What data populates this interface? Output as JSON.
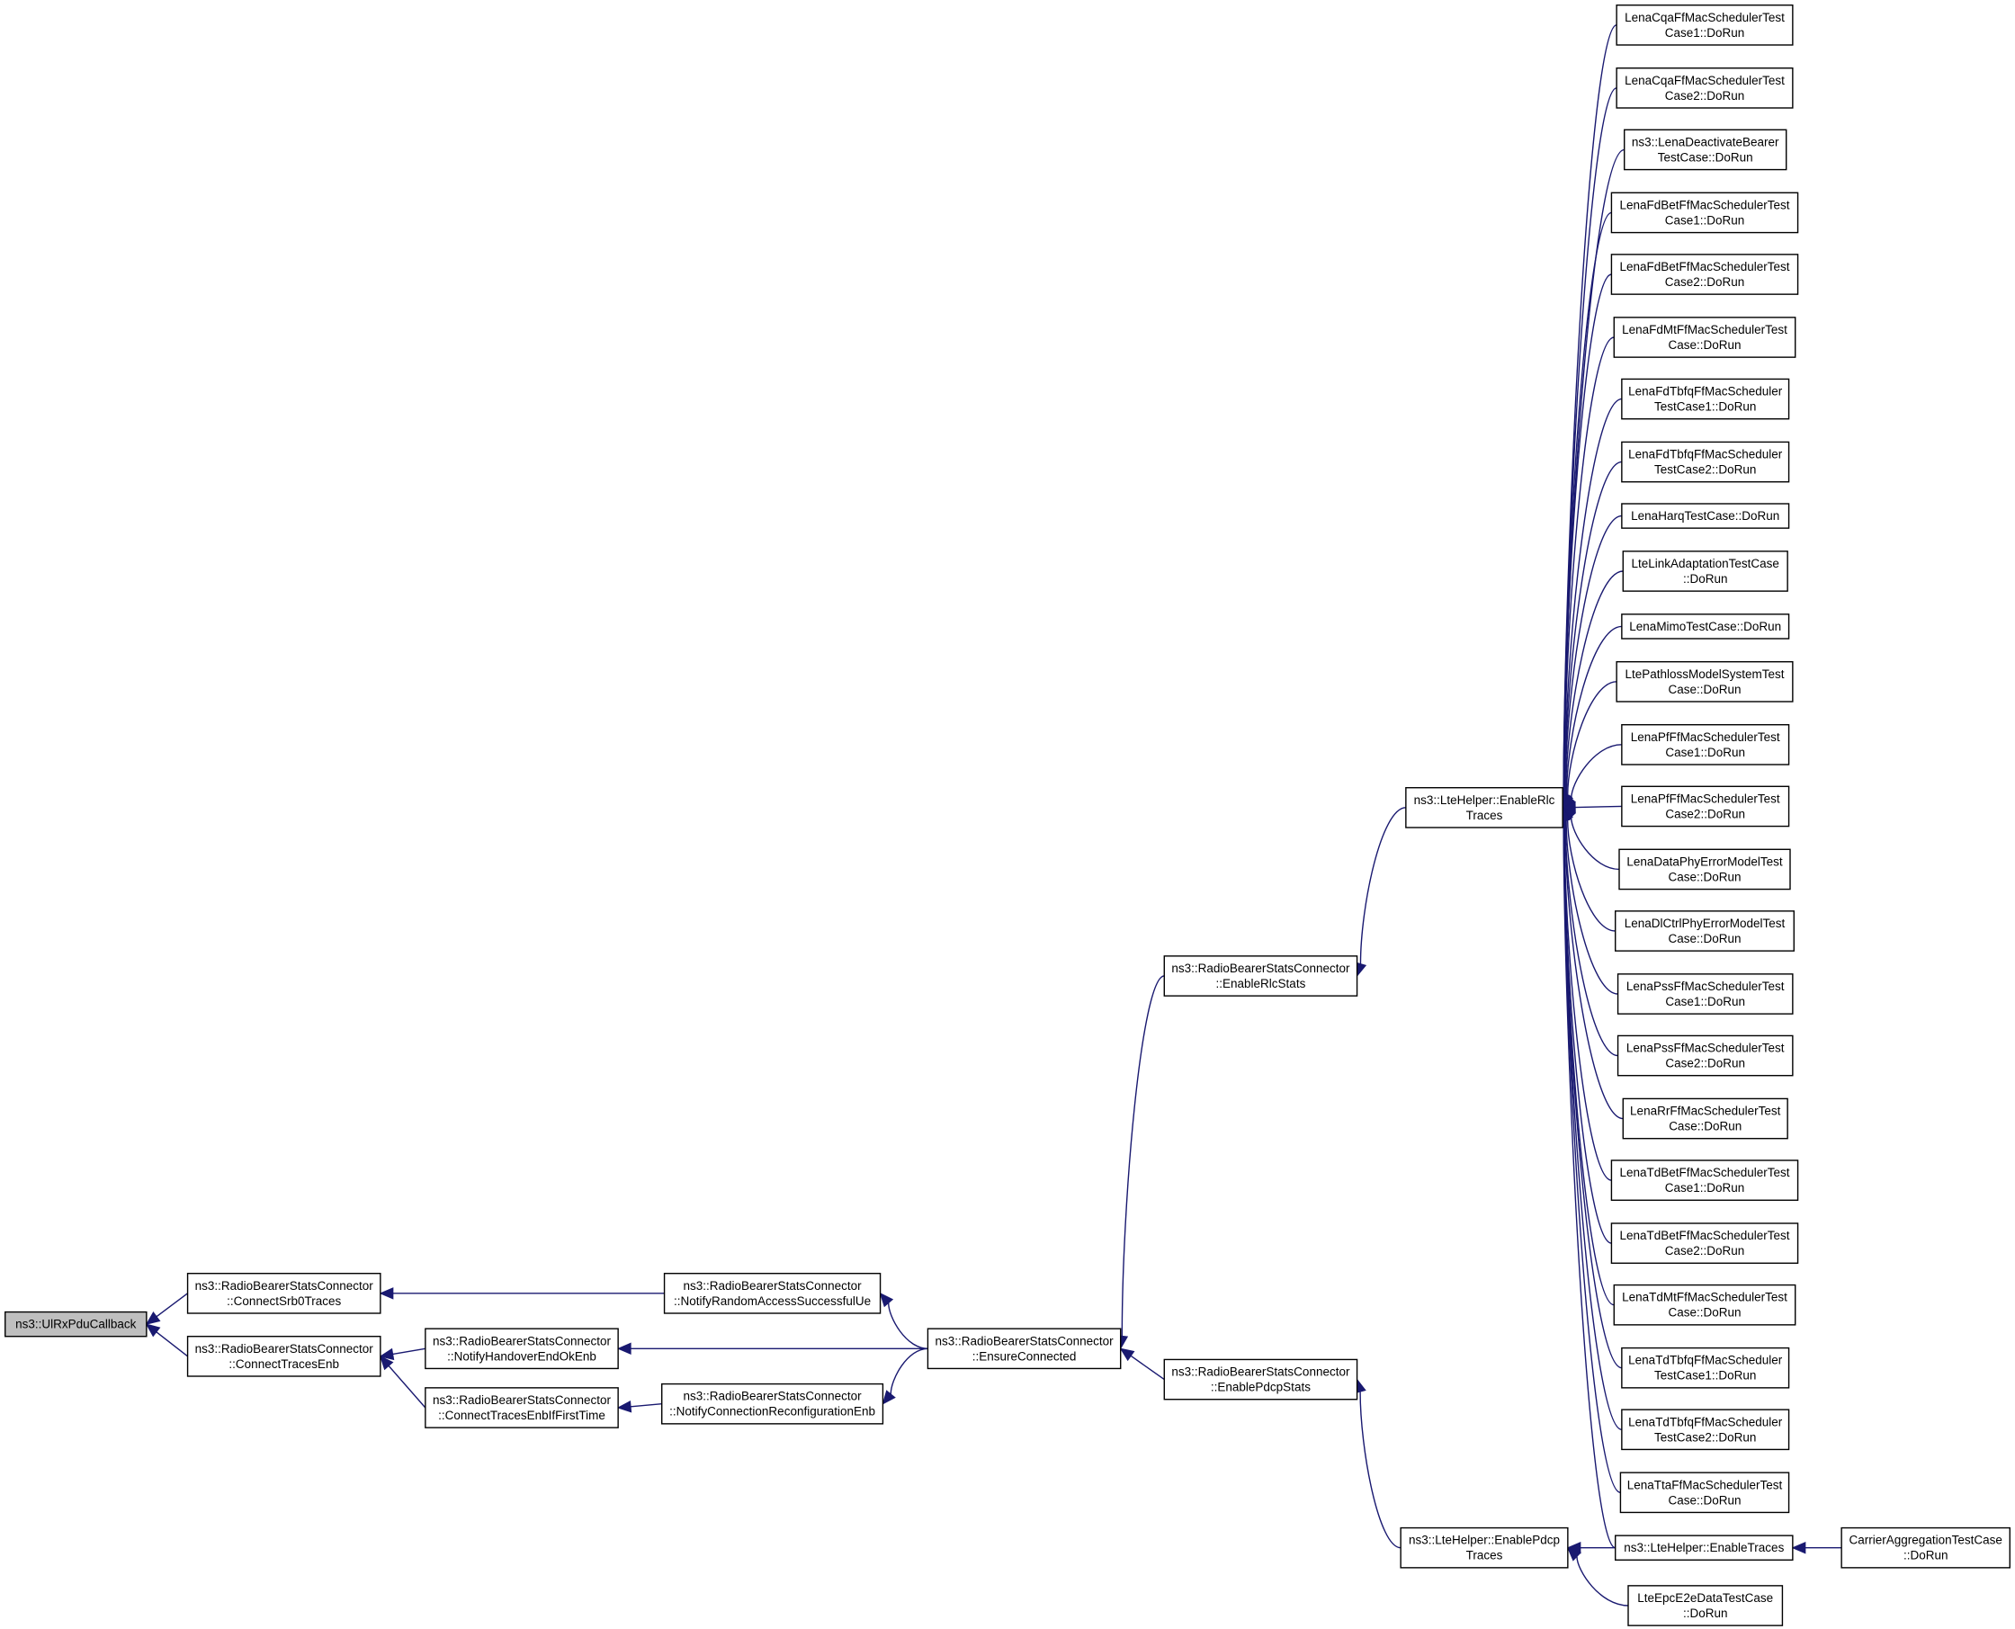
{
  "nodes": [
    {
      "id": "n0",
      "lines": [
        "ns3::UlRxPduCallback"
      ],
      "root": true
    },
    {
      "id": "n1",
      "lines": [
        "ns3::RadioBearerStatsConnector",
        "::ConnectSrb0Traces"
      ]
    },
    {
      "id": "n2",
      "lines": [
        "ns3::RadioBearerStatsConnector",
        "::ConnectTracesEnb"
      ]
    },
    {
      "id": "n3",
      "lines": [
        "ns3::RadioBearerStatsConnector",
        "::NotifyRandomAccessSuccessfulUe"
      ]
    },
    {
      "id": "n4",
      "lines": [
        "ns3::RadioBearerStatsConnector",
        "::NotifyHandoverEndOkEnb"
      ]
    },
    {
      "id": "n5",
      "lines": [
        "ns3::RadioBearerStatsConnector",
        "::ConnectTracesEnbIfFirstTime"
      ]
    },
    {
      "id": "n6",
      "lines": [
        "ns3::RadioBearerStatsConnector",
        "::NotifyConnectionReconfigurationEnb"
      ]
    },
    {
      "id": "n7",
      "lines": [
        "ns3::RadioBearerStatsConnector",
        "::EnsureConnected"
      ]
    },
    {
      "id": "n8",
      "lines": [
        "ns3::RadioBearerStatsConnector",
        "::EnableRlcStats"
      ]
    },
    {
      "id": "n9",
      "lines": [
        "ns3::RadioBearerStatsConnector",
        "::EnablePdcpStats"
      ]
    },
    {
      "id": "n10",
      "lines": [
        "ns3::LteHelper::EnableRlc",
        "Traces"
      ]
    },
    {
      "id": "n11",
      "lines": [
        "ns3::LteHelper::EnablePdcp",
        "Traces"
      ]
    },
    {
      "id": "n12",
      "lines": [
        "ns3::LteHelper::EnableTraces"
      ]
    },
    {
      "id": "n13",
      "lines": [
        "LteEpcE2eDataTestCase",
        "::DoRun"
      ]
    },
    {
      "id": "n14",
      "lines": [
        "CarrierAggregationTestCase",
        "::DoRun"
      ]
    },
    {
      "id": "t0",
      "lines": [
        "LenaCqaFfMacSchedulerTest",
        "Case1::DoRun"
      ]
    },
    {
      "id": "t1",
      "lines": [
        "LenaCqaFfMacSchedulerTest",
        "Case2::DoRun"
      ]
    },
    {
      "id": "t2",
      "lines": [
        "ns3::LenaDeactivateBearer",
        "TestCase::DoRun"
      ]
    },
    {
      "id": "t3",
      "lines": [
        "LenaFdBetFfMacSchedulerTest",
        "Case1::DoRun"
      ]
    },
    {
      "id": "t4",
      "lines": [
        "LenaFdBetFfMacSchedulerTest",
        "Case2::DoRun"
      ]
    },
    {
      "id": "t5",
      "lines": [
        "LenaFdMtFfMacSchedulerTest",
        "Case::DoRun"
      ]
    },
    {
      "id": "t6",
      "lines": [
        "LenaFdTbfqFfMacScheduler",
        "TestCase1::DoRun"
      ]
    },
    {
      "id": "t7",
      "lines": [
        "LenaFdTbfqFfMacScheduler",
        "TestCase2::DoRun"
      ]
    },
    {
      "id": "t8",
      "lines": [
        "LenaHarqTestCase::DoRun"
      ]
    },
    {
      "id": "t9",
      "lines": [
        "LteLinkAdaptationTestCase",
        "::DoRun"
      ]
    },
    {
      "id": "t10",
      "lines": [
        "LenaMimoTestCase::DoRun"
      ]
    },
    {
      "id": "t11",
      "lines": [
        "LtePathlossModelSystemTest",
        "Case::DoRun"
      ]
    },
    {
      "id": "t12",
      "lines": [
        "LenaPfFfMacSchedulerTest",
        "Case1::DoRun"
      ]
    },
    {
      "id": "t13",
      "lines": [
        "LenaPfFfMacSchedulerTest",
        "Case2::DoRun"
      ]
    },
    {
      "id": "t14",
      "lines": [
        "LenaDataPhyErrorModelTest",
        "Case::DoRun"
      ]
    },
    {
      "id": "t15",
      "lines": [
        "LenaDlCtrlPhyErrorModelTest",
        "Case::DoRun"
      ]
    },
    {
      "id": "t16",
      "lines": [
        "LenaPssFfMacSchedulerTest",
        "Case1::DoRun"
      ]
    },
    {
      "id": "t17",
      "lines": [
        "LenaPssFfMacSchedulerTest",
        "Case2::DoRun"
      ]
    },
    {
      "id": "t18",
      "lines": [
        "LenaRrFfMacSchedulerTest",
        "Case::DoRun"
      ]
    },
    {
      "id": "t19",
      "lines": [
        "LenaTdBetFfMacSchedulerTest",
        "Case1::DoRun"
      ]
    },
    {
      "id": "t20",
      "lines": [
        "LenaTdBetFfMacSchedulerTest",
        "Case2::DoRun"
      ]
    },
    {
      "id": "t21",
      "lines": [
        "LenaTdMtFfMacSchedulerTest",
        "Case::DoRun"
      ]
    },
    {
      "id": "t22",
      "lines": [
        "LenaTdTbfqFfMacScheduler",
        "TestCase1::DoRun"
      ]
    },
    {
      "id": "t23",
      "lines": [
        "LenaTdTbfqFfMacScheduler",
        "TestCase2::DoRun"
      ]
    },
    {
      "id": "t24",
      "lines": [
        "LenaTtaFfMacSchedulerTest",
        "Case::DoRun"
      ]
    }
  ],
  "edges": [
    [
      "n1",
      "n0"
    ],
    [
      "n2",
      "n0"
    ],
    [
      "n3",
      "n1"
    ],
    [
      "n4",
      "n2"
    ],
    [
      "n5",
      "n2"
    ],
    [
      "n6",
      "n5"
    ],
    [
      "n7",
      "n3"
    ],
    [
      "n7",
      "n4"
    ],
    [
      "n7",
      "n6"
    ],
    [
      "n8",
      "n7"
    ],
    [
      "n9",
      "n7"
    ],
    [
      "n10",
      "n8"
    ],
    [
      "n11",
      "n9"
    ],
    [
      "t0",
      "n10"
    ],
    [
      "t1",
      "n10"
    ],
    [
      "t2",
      "n10"
    ],
    [
      "t3",
      "n10"
    ],
    [
      "t4",
      "n10"
    ],
    [
      "t5",
      "n10"
    ],
    [
      "t6",
      "n10"
    ],
    [
      "t7",
      "n10"
    ],
    [
      "t8",
      "n10"
    ],
    [
      "t9",
      "n10"
    ],
    [
      "t10",
      "n10"
    ],
    [
      "t11",
      "n10"
    ],
    [
      "t12",
      "n10"
    ],
    [
      "t13",
      "n10"
    ],
    [
      "t14",
      "n10"
    ],
    [
      "t15",
      "n10"
    ],
    [
      "t16",
      "n10"
    ],
    [
      "t17",
      "n10"
    ],
    [
      "t18",
      "n10"
    ],
    [
      "t19",
      "n10"
    ],
    [
      "t20",
      "n10"
    ],
    [
      "t21",
      "n10"
    ],
    [
      "t22",
      "n10"
    ],
    [
      "t23",
      "n10"
    ],
    [
      "t24",
      "n10"
    ],
    [
      "n12",
      "n10"
    ],
    [
      "n12",
      "n11"
    ],
    [
      "n13",
      "n11"
    ],
    [
      "n14",
      "n12"
    ]
  ],
  "colors": {
    "edge": "#191970",
    "root_fill": "#bfbfbf",
    "node_fill": "#ffffff"
  }
}
